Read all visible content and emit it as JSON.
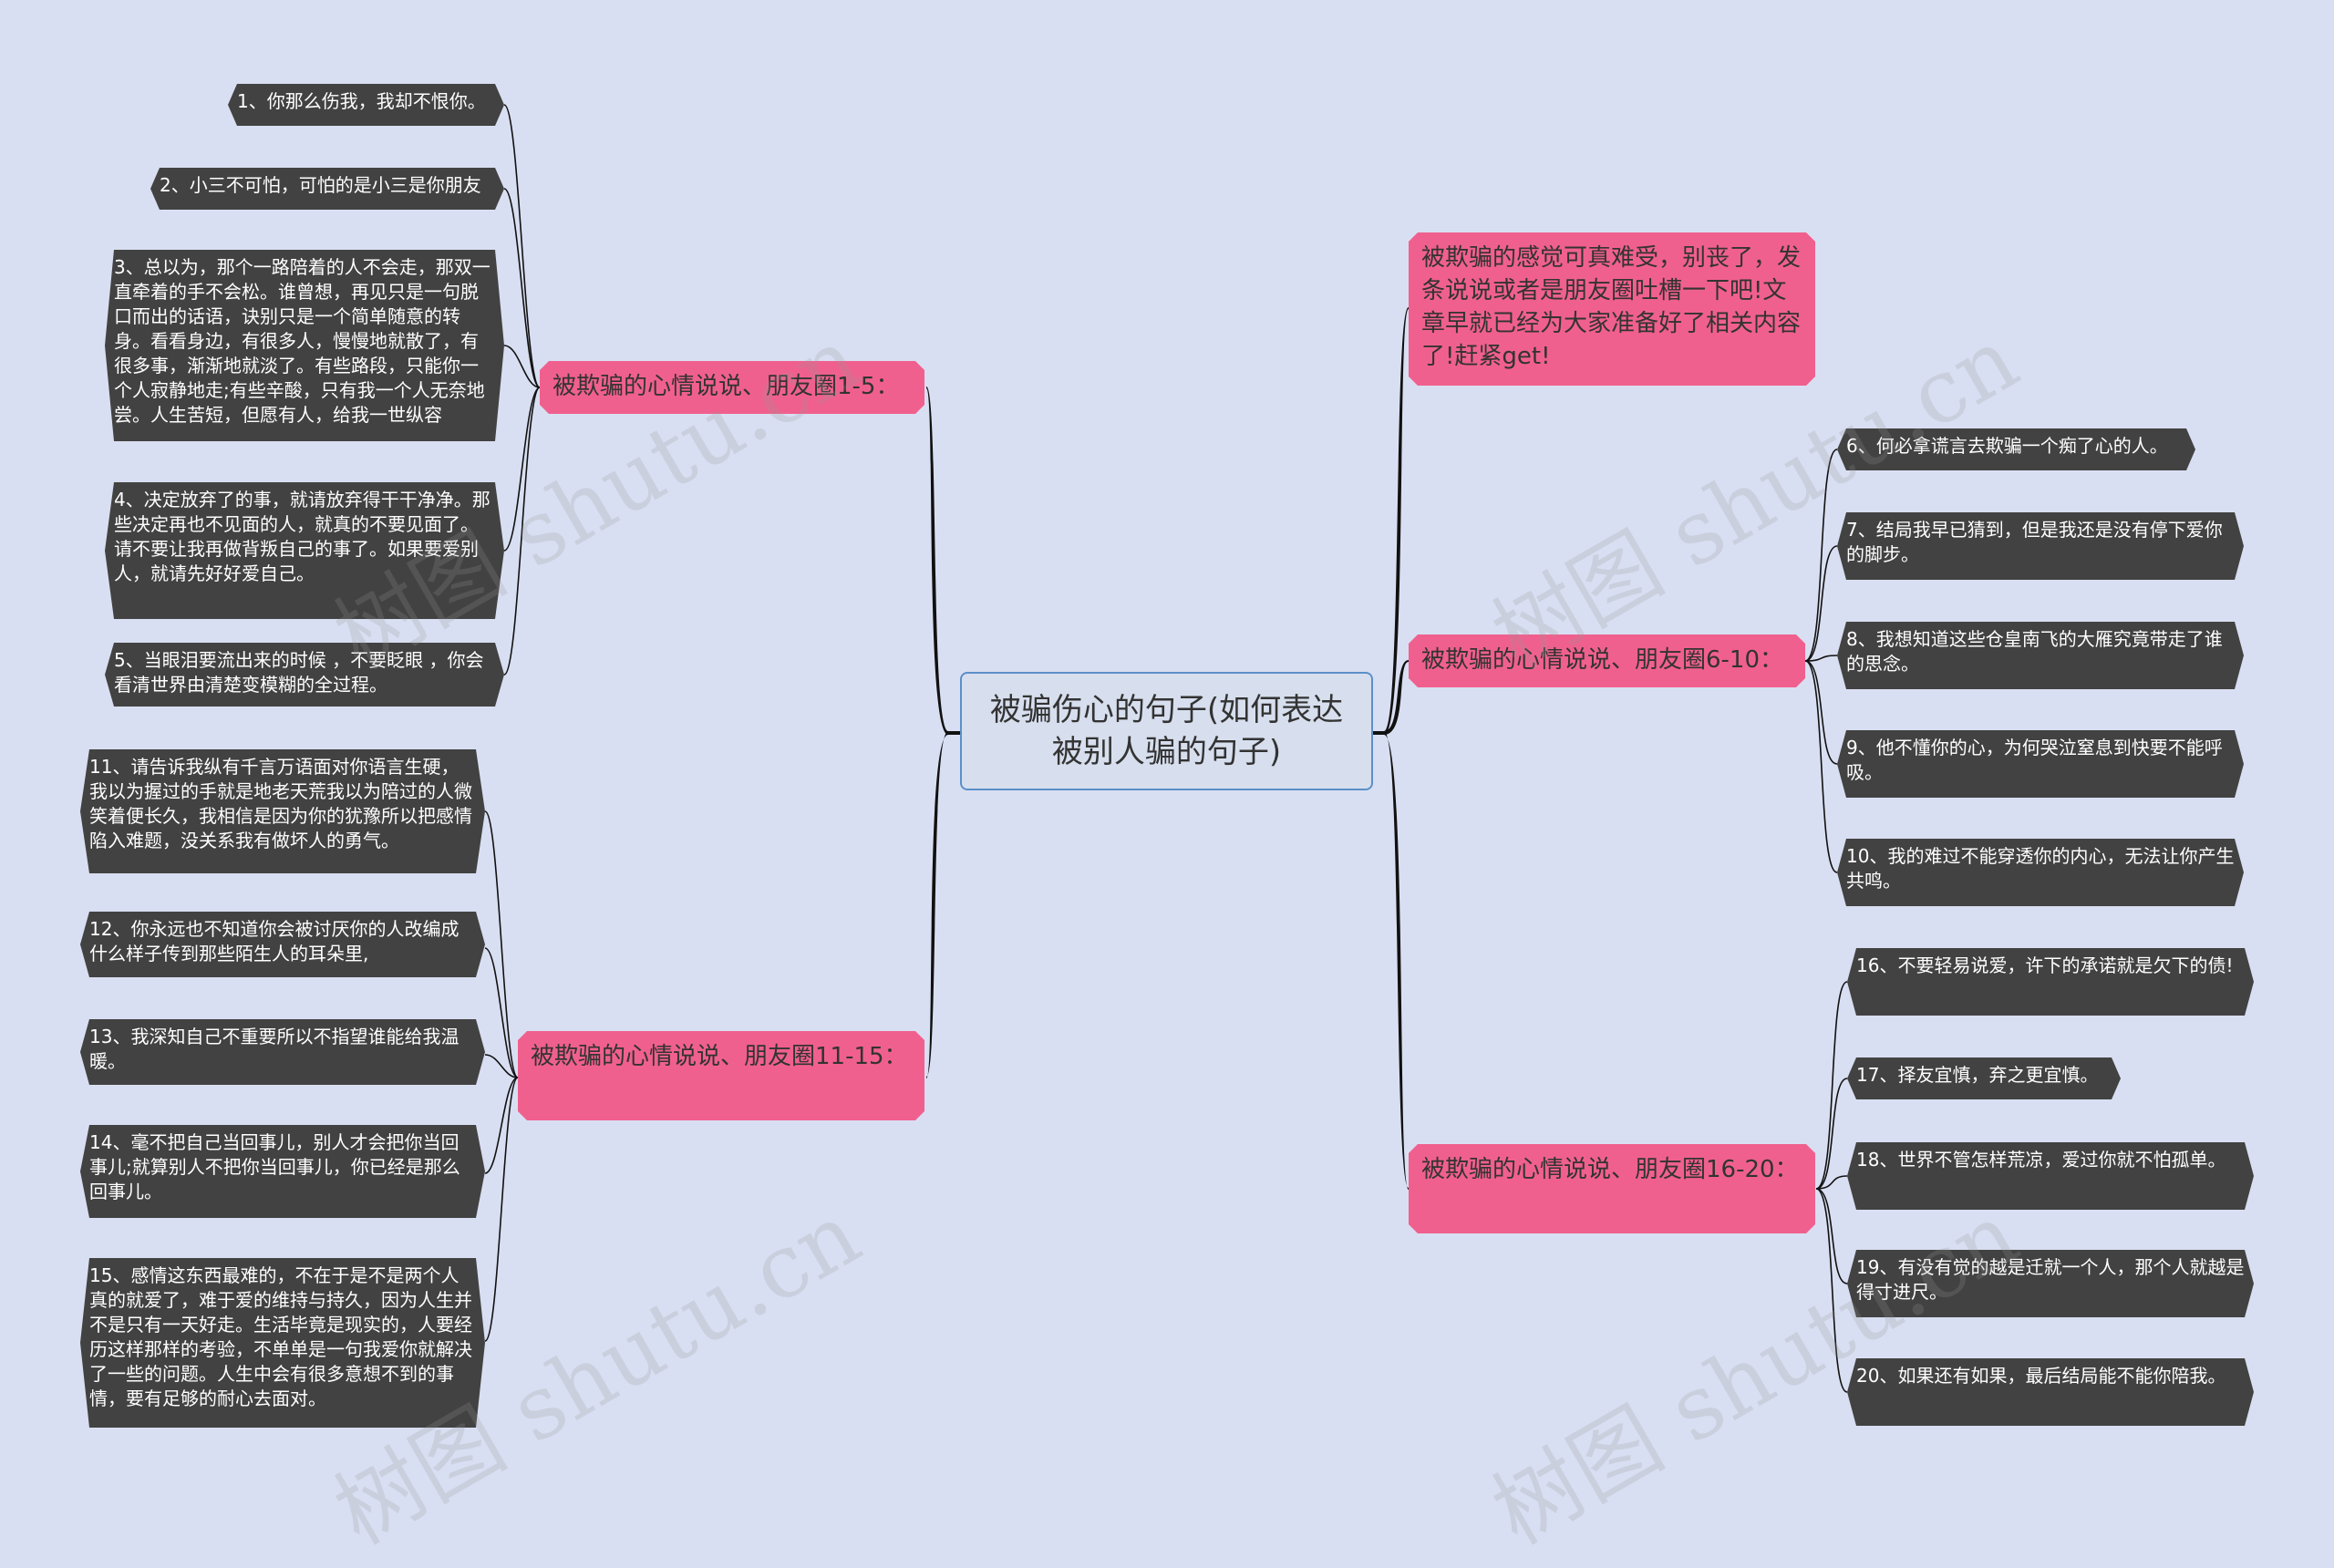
{
  "root": {
    "text": "被骗伤心的句子(如何表达被别人骗的句子)"
  },
  "intro": {
    "text": "被欺骗的感觉可真难受，别丧了，发条说说或者是朋友圈吐槽一下吧!文章早就已经为大家准备好了相关内容了!赶紧get!"
  },
  "branches": [
    {
      "label": "被欺骗的心情说说、朋友圈1-5：",
      "items": [
        "1、你那么伤我，我却不恨你。",
        "2、小三不可怕，可怕的是小三是你朋友",
        "3、总以为，那个一路陪着的人不会走，那双一直牵着的手不会松。谁曾想，再见只是一句脱口而出的话语，诀别只是一个简单随意的转身。看看身边，有很多人，慢慢地就散了，有很多事，渐渐地就淡了。有些路段，只能你一个人寂静地走;有些辛酸，只有我一个人无奈地尝。人生苦短，但愿有人，给我一世纵容",
        "4、决定放弃了的事，就请放弃得干干净净。那些决定再也不见面的人，就真的不要见面了。请不要让我再做背叛自己的事了。如果要爱别人，就请先好好爱自己。",
        "5、当眼泪要流出来的时候 ，不要眨眼 ，你会看清世界由清楚变模糊的全过程。"
      ]
    },
    {
      "label": "被欺骗的心情说说、朋友圈11-15：",
      "items": [
        "11、请告诉我纵有千言万语面对你语言生硬，我以为握过的手就是地老天荒我以为陪过的人微笑着便长久，我相信是因为你的犹豫所以把感情陷入难题，没关系我有做坏人的勇气。",
        "12、你永远也不知道你会被讨厌你的人改编成什么样子传到那些陌生人的耳朵里,",
        "13、我深知自己不重要所以不指望谁能给我温暖。",
        "14、毫不把自己当回事儿，别人才会把你当回事儿;就算别人不把你当回事儿，你已经是那么回事儿。",
        "15、感情这东西最难的，不在于是不是两个人真的就爱了，难于爱的维持与持久，因为人生并不是只有一天好走。生活毕竟是现实的，人要经历这样那样的考验，不单单是一句我爱你就解决了一些的问题。人生中会有很多意想不到的事情，要有足够的耐心去面对。"
      ]
    },
    {
      "label": "被欺骗的心情说说、朋友圈6-10：",
      "items": [
        "6、何必拿谎言去欺骗一个痴了心的人。",
        "7、结局我早已猜到，但是我还是没有停下爱你的脚步。",
        "8、我想知道这些仓皇南飞的大雁究竟带走了谁的思念。",
        "9、他不懂你的心，为何哭泣窒息到快要不能呼吸。",
        "10、我的难过不能穿透你的内心，无法让你产生共鸣。"
      ]
    },
    {
      "label": "被欺骗的心情说说、朋友圈16-20：",
      "items": [
        "16、不要轻易说爱，许下的承诺就是欠下的债!",
        "17、择友宜慎，弃之更宜慎。",
        "18、世界不管怎样荒凉，爱过你就不怕孤单。",
        "19、有没有觉的越是迁就一个人，那个人就越是得寸进尺。",
        "20、如果还有如果，最后结局能不能你陪我。"
      ]
    }
  ],
  "watermark": "树图 shutu.cn",
  "colors": {
    "background": "#d9dff2",
    "branch": "#f0608e",
    "leaf": "#424242",
    "root_border": "#5c8fc9",
    "line": "#111111"
  }
}
